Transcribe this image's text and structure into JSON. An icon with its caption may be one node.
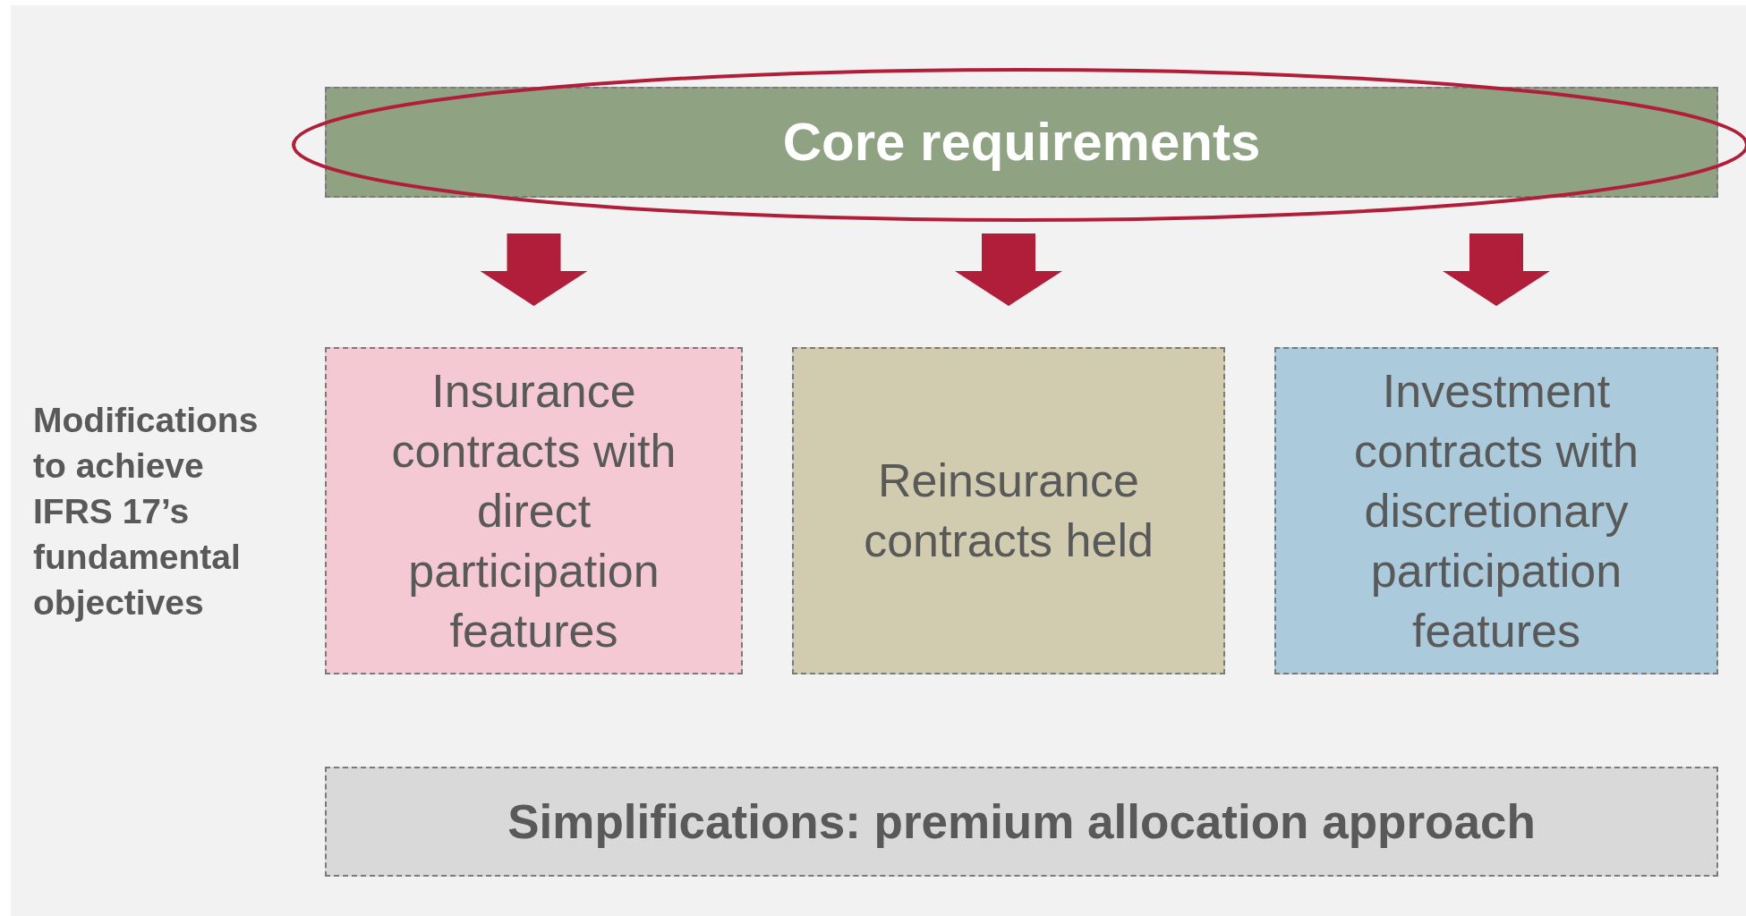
{
  "diagram": {
    "nodes": [
      {
        "text": [
          "Core requirements"
        ]
      },
      {
        "text": [
          "Insurance contracts with direct participation features"
        ]
      },
      {
        "text": [
          "Reinsurance contracts held"
        ]
      },
      {
        "text": [
          "Investment contracts with discretionary participation features"
        ]
      },
      {
        "text": [
          "Simplifications: premium allocation approach"
        ]
      }
    ],
    "edges": [
      {
        "from": 0,
        "to": 1,
        "arrow": "to"
      },
      {
        "from": 0,
        "to": 2,
        "arrow": "to"
      },
      {
        "from": 0,
        "to": 3,
        "arrow": "to"
      }
    ],
    "labels": [
      "Modifications to achieve IFRS 17’s fundamental objectives"
    ]
  }
}
